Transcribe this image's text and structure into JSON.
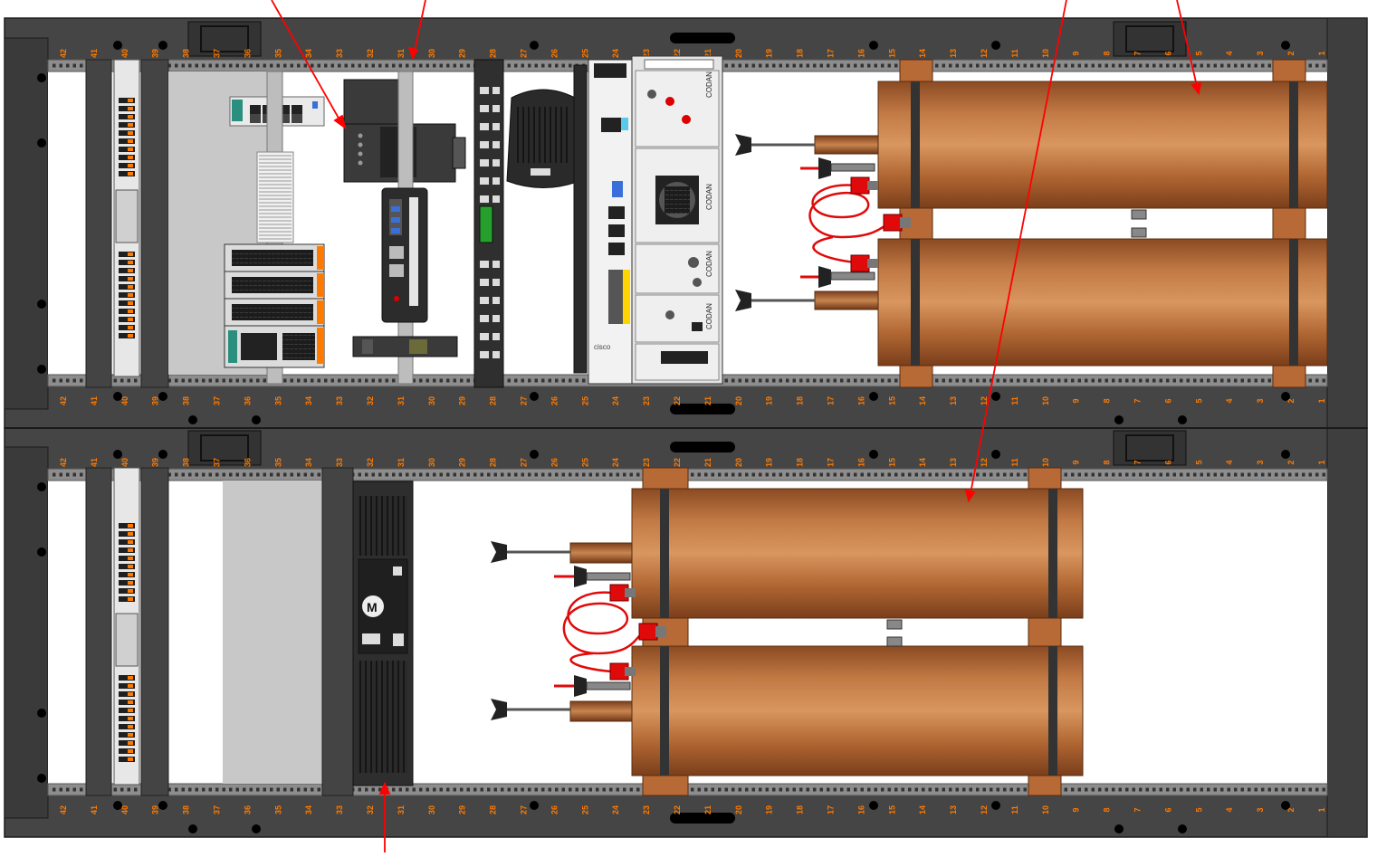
{
  "rail_numbers": [
    "42",
    "41",
    "40",
    "39",
    "38",
    "37",
    "36",
    "35",
    "34",
    "33",
    "32",
    "31",
    "30",
    "29",
    "28",
    "27",
    "26",
    "25",
    "24",
    "23",
    "22",
    "21",
    "20",
    "19",
    "18",
    "17",
    "16",
    "15",
    "14",
    "13",
    "12",
    "11",
    "10",
    "9",
    "8",
    "7",
    "6",
    "5",
    "4",
    "3",
    "2",
    "1"
  ],
  "device_text": {
    "codan": "CODAN",
    "cisco": "cisco",
    "motorola": "M"
  },
  "colors": {
    "frame": "#454545",
    "frame_dark": "#2e2e2e",
    "rail": "#8d8d8d",
    "rail_number": "#ff7a00",
    "copper": "#b36a38",
    "copper_light": "#d59260",
    "copper_dark": "#7a4320",
    "cable_red": "#e10a0a",
    "arrow_red": "#ff0000",
    "connector_orange": "#ff7b00"
  }
}
